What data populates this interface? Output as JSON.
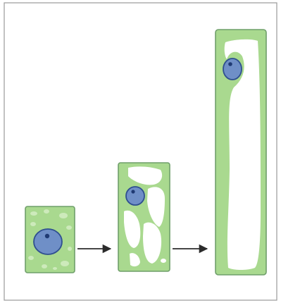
{
  "figure": {
    "frame_color": "#9a9a9a",
    "background_color": "#ffffff",
    "cytoplasm_color": "#a9d98f",
    "cytoplasm_light_color": "#cdeabb",
    "vacuole_color": "#ffffff",
    "cell_outline_color": "#6f9f6a",
    "nucleus_fill_color": "#6f8fc7",
    "nucleus_dark_color": "#2f4f8f",
    "nucleolus_color": "#1f3a73",
    "arrow_color": "#2b2b2b"
  },
  "cells": [
    {
      "stage": "small-cell",
      "vacuole_icon": "many-tiny-vacuoles-icon"
    },
    {
      "stage": "medium-cell",
      "vacuole_icon": "several-vacuoles-icon"
    },
    {
      "stage": "elongated-cell",
      "vacuole_icon": "central-vacuole-icon"
    }
  ],
  "arrows": [
    {
      "from": "small-cell",
      "to": "medium-cell",
      "icon": "arrow-right-icon"
    },
    {
      "from": "medium-cell",
      "to": "elongated-cell",
      "icon": "arrow-right-icon"
    }
  ]
}
